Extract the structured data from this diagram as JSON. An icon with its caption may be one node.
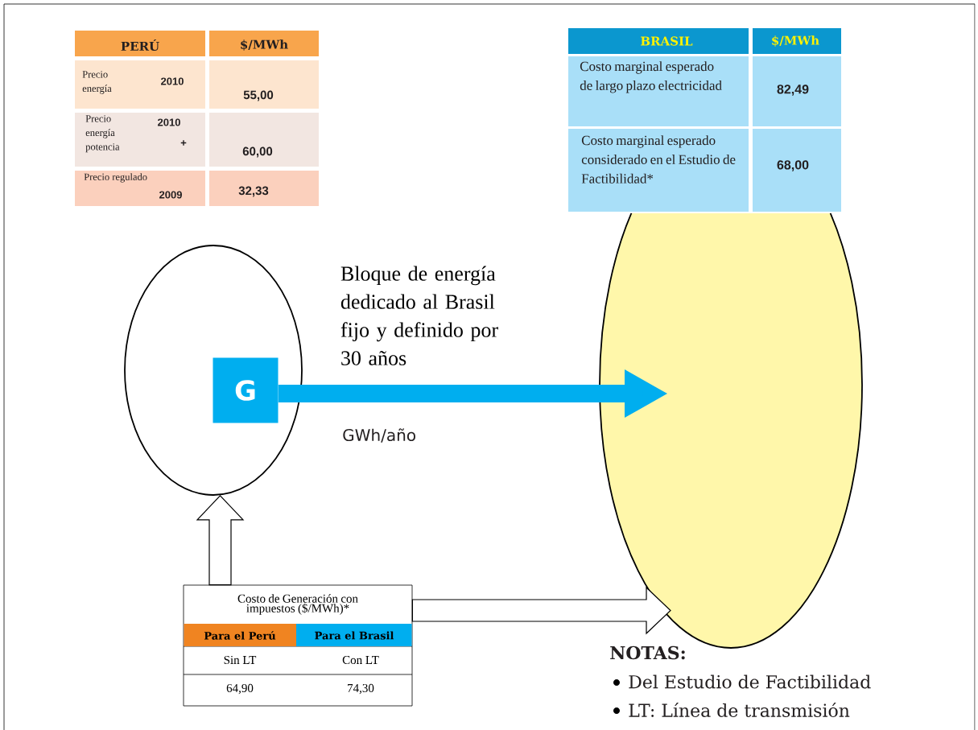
{
  "diagram": {
    "nodes": [
      {
        "text": [],
        "shape": "ellipse"
      },
      {
        "text": [
          "G"
        ],
        "in": 0
      },
      {
        "text": [],
        "shape": "ellipse"
      },
      {
        "text": [
          "Costo de  Generación con impuestos ($/MWh)*",
          "Para el Perú",
          "Para el Brasil",
          "Sin LT",
          "Con LT",
          "64,90",
          "74,30"
        ]
      }
    ],
    "edges": [
      {
        "from": 1,
        "to": 2,
        "arrow": "to",
        "label": "Bloque de energía dedicado al Brasil fijo y definido por 30 años",
        "color": "#00aeef"
      },
      {
        "from": 3,
        "to": 0,
        "arrow": "to"
      },
      {
        "from": 3,
        "to": 2,
        "arrow": "to"
      }
    ],
    "labels": [
      "PERÚ",
      "$/MWh",
      "Precio energía",
      "2010",
      "55,00",
      "Precio energía potencia",
      "2010",
      "+",
      "60,00",
      "Precio regulado",
      "2009",
      "32,33",
      "BRASIL",
      "$/MWh",
      "Costo marginal esperado de largo plazo electricidad",
      "82,49",
      "Costo marginal esperado considerado en el Estudio de Factibilidad*",
      "68,00",
      "GWh/año",
      "NOTAS:",
      "Del Estudio de Factibilidad",
      "LT: Línea de transmisión"
    ]
  }
}
